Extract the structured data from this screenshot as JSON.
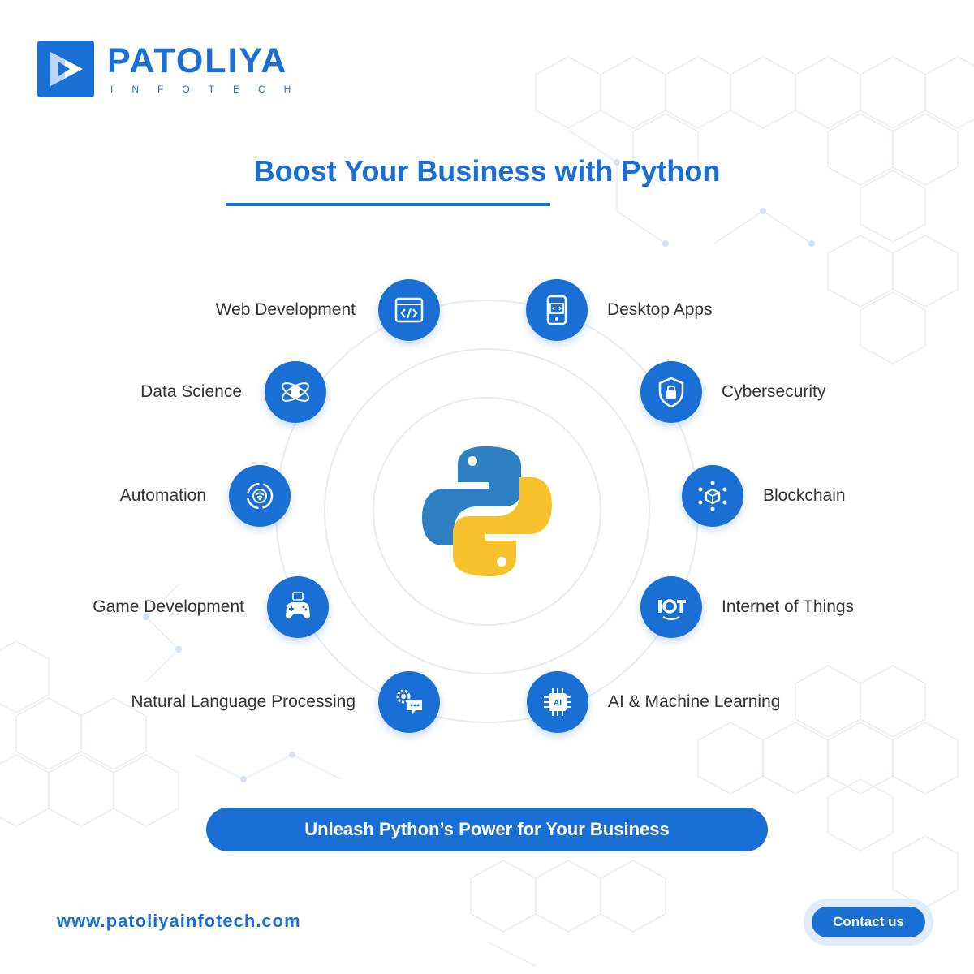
{
  "brand": {
    "name": "PATOLIYA",
    "sub": "INFOTECH",
    "primary_color": "#1a6fd4"
  },
  "headline": "Boost Your Business with Python",
  "center_icon": "python-logo",
  "features": [
    {
      "label": "Web Development",
      "icon": "web-code-icon"
    },
    {
      "label": "Desktop Apps",
      "icon": "desktop-app-icon"
    },
    {
      "label": "Data Science",
      "icon": "data-science-icon"
    },
    {
      "label": "Cybersecurity",
      "icon": "cybersecurity-icon"
    },
    {
      "label": "Automation",
      "icon": "automation-icon"
    },
    {
      "label": "Blockchain",
      "icon": "blockchain-icon"
    },
    {
      "label": "Game Development",
      "icon": "gamepad-icon"
    },
    {
      "label": "Internet of Things",
      "icon": "iot-icon"
    },
    {
      "label": "Natural Language Processing",
      "icon": "nlp-icon"
    },
    {
      "label": "AI & Machine Learning",
      "icon": "ai-chip-icon"
    }
  ],
  "cta": "Unleash Python’s Power for Your Business",
  "website": "www.patoliyainfotech.com",
  "contact_button": "Contact us"
}
